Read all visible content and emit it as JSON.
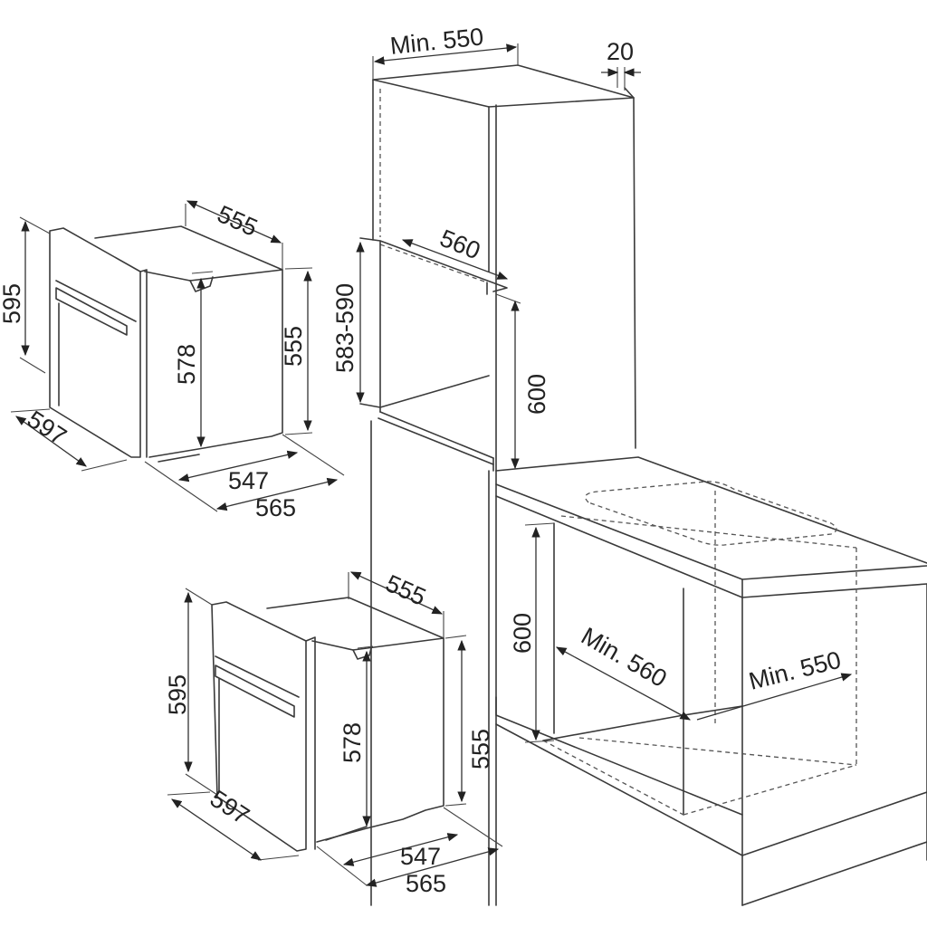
{
  "diagram": {
    "type": "built-in oven installation dimension drawing",
    "units": "mm",
    "colors": {
      "line": "#3a3a3a",
      "background": "#ffffff",
      "text": "#222222"
    },
    "oven_top": {
      "depth_top": "555",
      "height_front": "595",
      "height_body": "578",
      "height_side": "555",
      "width_front": "597",
      "width_body": "547",
      "width_overall": "565"
    },
    "oven_bottom": {
      "depth_top": "555",
      "height_front": "595",
      "height_body": "578",
      "height_side": "555",
      "width_front": "597",
      "width_body": "547",
      "width_overall": "565"
    },
    "tall_cabinet": {
      "depth_min": "Min. 550",
      "back_gap": "20",
      "niche_width": "560",
      "niche_height": "583-590",
      "niche_height_rear": "600"
    },
    "base_cabinet": {
      "height": "600",
      "width_min": "Min. 560",
      "depth_min": "Min. 550"
    }
  }
}
